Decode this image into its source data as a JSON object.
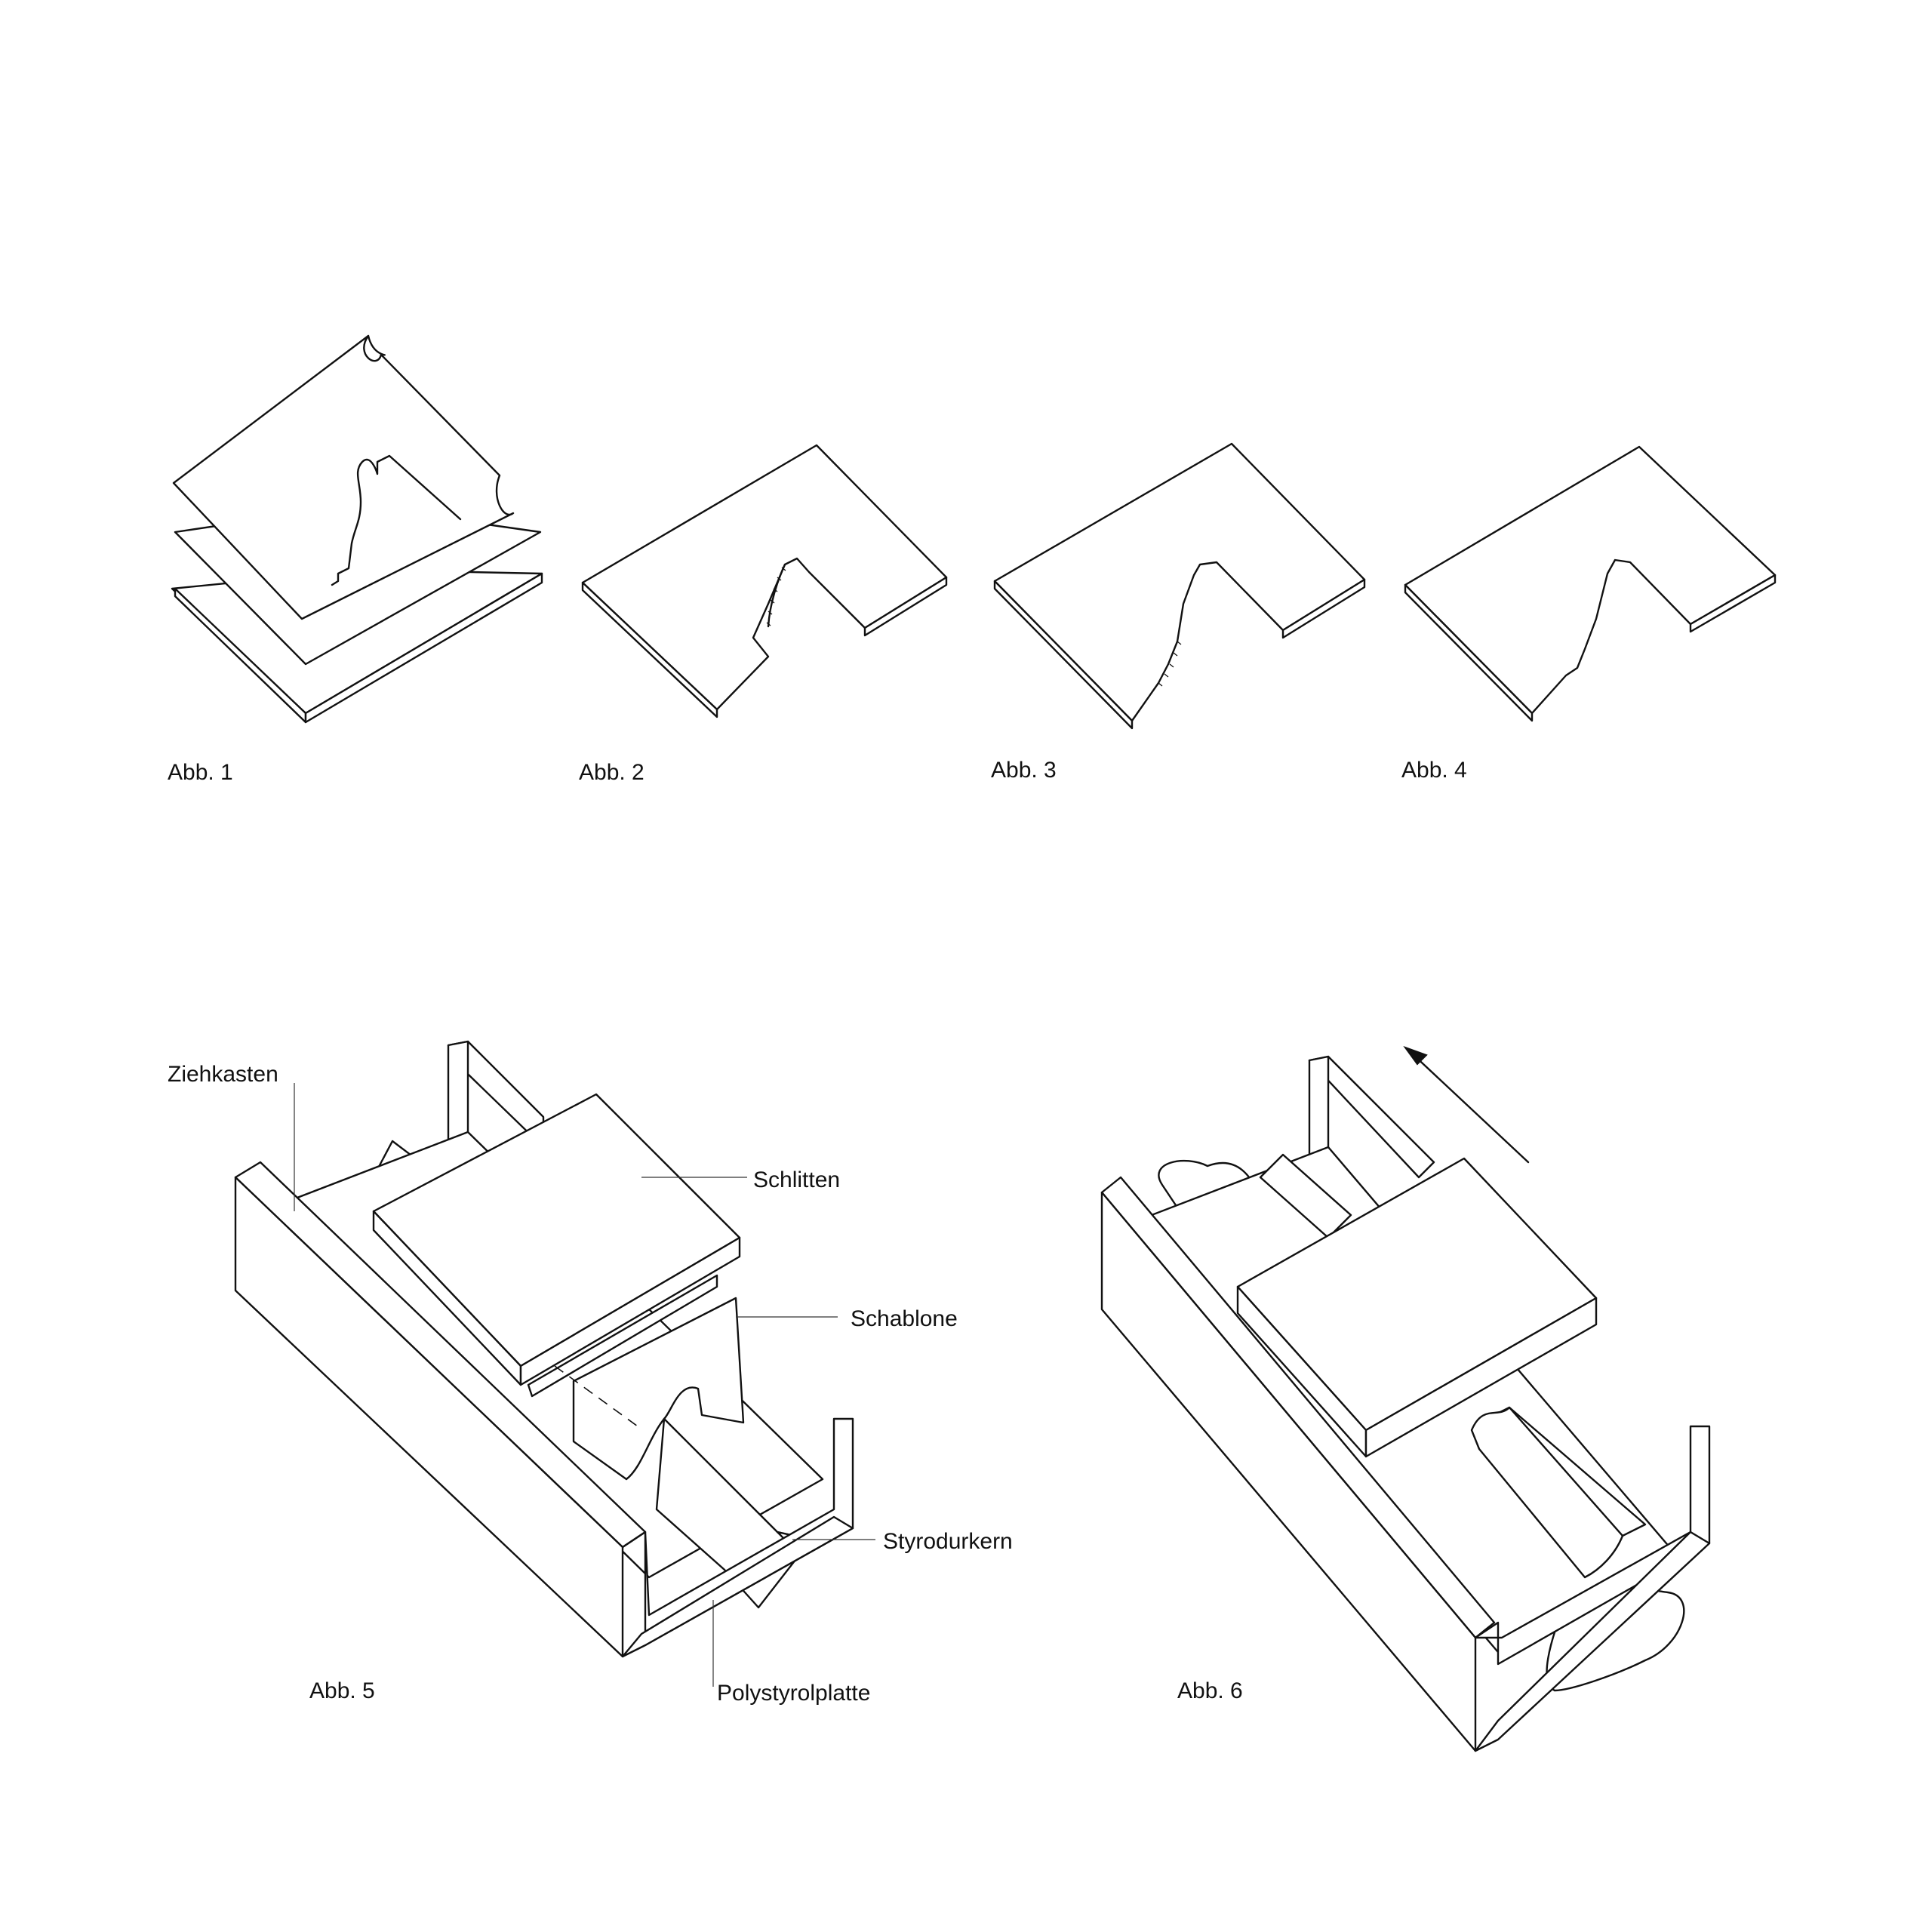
{
  "figures": {
    "abb1": "Abb. 1",
    "abb2": "Abb. 2",
    "abb3": "Abb. 3",
    "abb4": "Abb. 4",
    "abb5": "Abb. 5",
    "abb6": "Abb. 6"
  },
  "callouts": {
    "ziehkasten": "Ziehkasten",
    "schlitten": "Schlitten",
    "schablone": "Schablone",
    "styrodurkern": "Styrodurkern",
    "polystyrolplatte": "Polystyrolplatte"
  }
}
